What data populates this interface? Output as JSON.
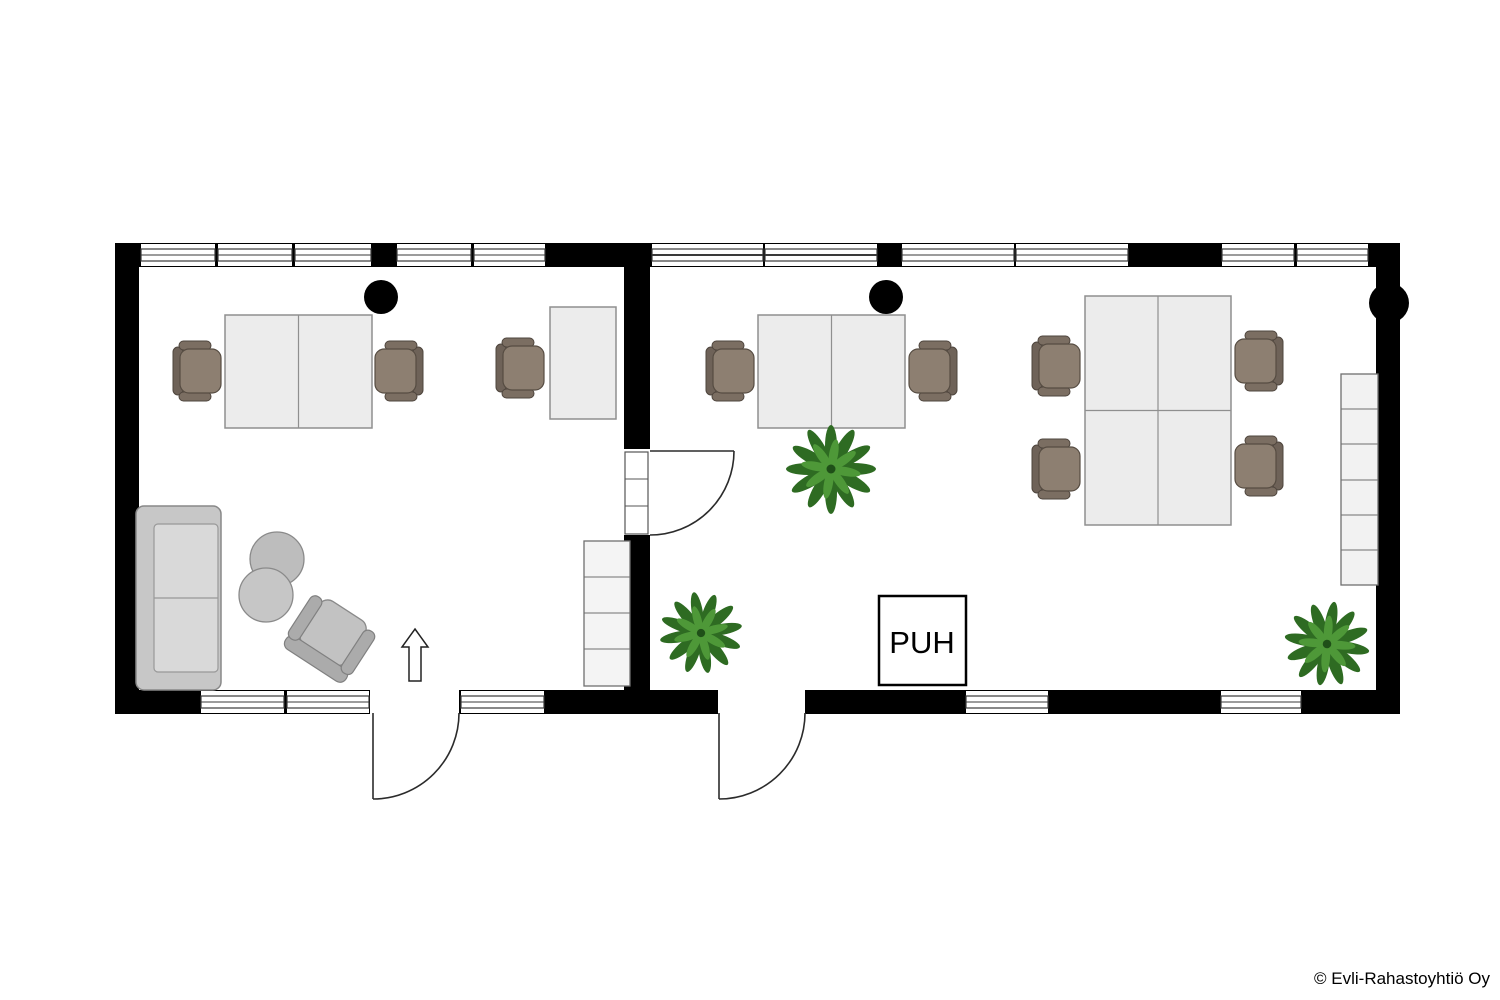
{
  "document": {
    "type": "office-floor-plan",
    "labels": {
      "phone_booth": "PUH"
    },
    "footer": {
      "copyright": "© Evli-Rahastoyhtiö Oy"
    },
    "colors": {
      "wall": "#000000",
      "background": "#ffffff",
      "desk_fill": "#ececec",
      "desk_border": "#8f8f8f",
      "chair_seat": "#8d7f71",
      "chair_frame": "#6e6258",
      "sofa_fill": "#c7c7c7",
      "round_table_fill": "#bdbdbd",
      "plant_dark": "#2e6b22",
      "plant_light": "#4e9838"
    },
    "rooms": [
      {
        "name": "left office",
        "furniture": [
          "double desk with 2 office chairs",
          "single desk with office chair",
          "sofa",
          "2 round coffee tables",
          "armchair",
          "shelf unit",
          "entrance arrow",
          "ceiling column marker"
        ]
      },
      {
        "name": "right office",
        "furniture": [
          "double desk with 2 office chairs",
          "quad desk cluster with 4 office chairs",
          "phone booth",
          "wall shelving",
          "3 plants",
          "2 ceiling column markers"
        ]
      }
    ]
  }
}
